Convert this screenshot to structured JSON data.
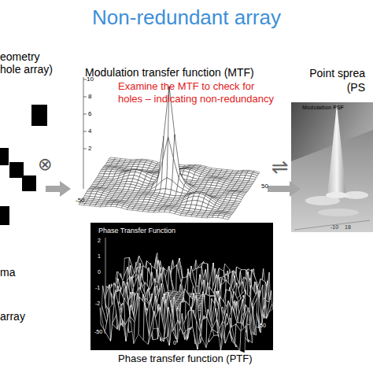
{
  "diagram": {
    "title": "Non-redundant array",
    "caption": "Phase transfer function (PTF)",
    "nodes": [
      {
        "text": [
          "eometry hole array)"
        ]
      },
      {
        "text": [
          "Modulation transfer function (MTF)",
          "Examine the MTF to check for holes – indicating non-redundancy"
        ]
      },
      {
        "text": [
          "Point sprea (PS"
        ]
      },
      {
        "text": [
          "Phase Transfer Function"
        ]
      }
    ],
    "edges": [
      {
        "from": 0,
        "to": 1,
        "arrow": "to"
      },
      {
        "from": 1,
        "to": 2,
        "arrow": "to"
      }
    ],
    "labels": [
      "⊗",
      "⇌",
      "ma",
      "array",
      "10",
      "8",
      "6",
      "4",
      "2",
      "-50",
      "50",
      "Modulation PSF",
      "-10",
      "18",
      "2",
      "1",
      "0",
      "-1",
      "-2",
      "-50",
      "0",
      "50"
    ]
  }
}
